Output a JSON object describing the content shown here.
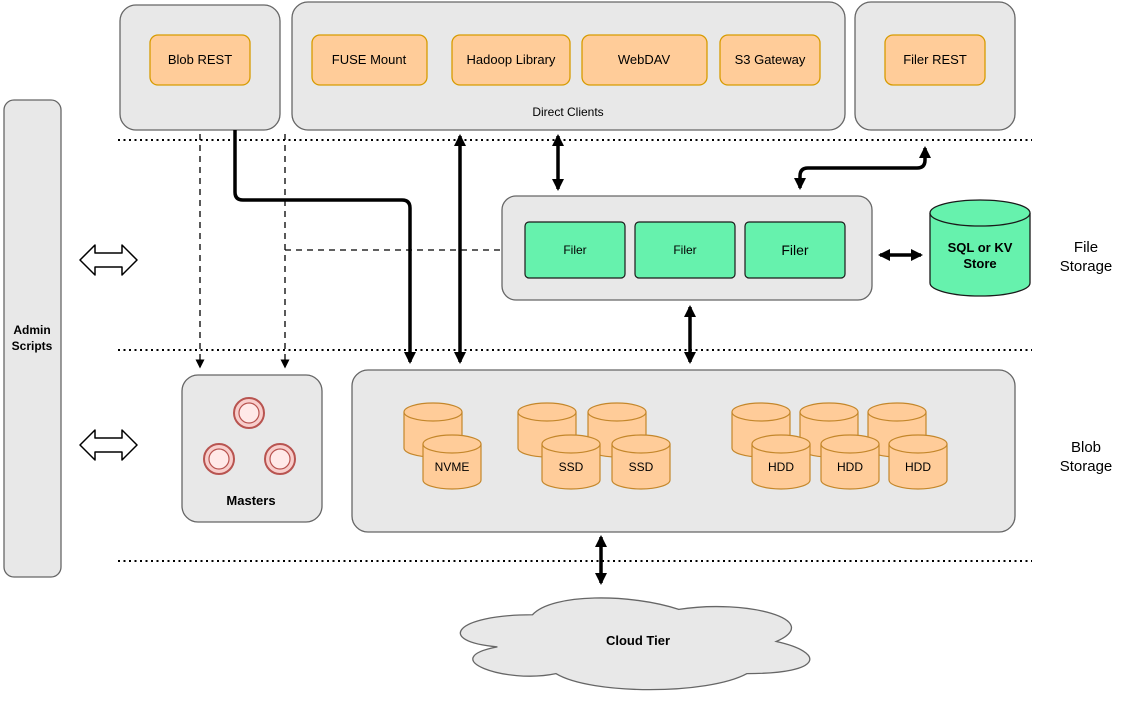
{
  "nodes": {
    "admin": {
      "line1": "Admin",
      "line2": "Scripts"
    },
    "blob_rest": "Blob REST",
    "direct_clients": {
      "caption": "Direct Clients",
      "items": [
        "FUSE Mount",
        "Hadoop Library",
        "WebDAV",
        "S3 Gateway"
      ]
    },
    "filer_rest": "Filer REST",
    "filers": [
      "Filer",
      "Filer",
      "Filer"
    ],
    "kv_store": {
      "line1": "SQL or KV",
      "line2": "Store"
    },
    "masters": "Masters",
    "disks": {
      "nvme": "NVME",
      "ssd": [
        "SSD",
        "SSD"
      ],
      "hdd": [
        "HDD",
        "HDD",
        "HDD"
      ]
    },
    "cloud": "Cloud Tier"
  },
  "section_labels": {
    "file_storage": {
      "line1": "File",
      "line2": "Storage"
    },
    "blob_storage": {
      "line1": "Blob",
      "line2": "Storage"
    }
  },
  "colors": {
    "container_fill": "#E8E8E8",
    "container_stroke": "#666666",
    "orange_fill": "#FFCC99",
    "orange_stroke": "#D79B00",
    "green_fill": "#66F2AD",
    "pink_fill": "#F8CECC",
    "pink_stroke": "#B85450",
    "line": "#000000",
    "background": "#FFFFFF"
  }
}
